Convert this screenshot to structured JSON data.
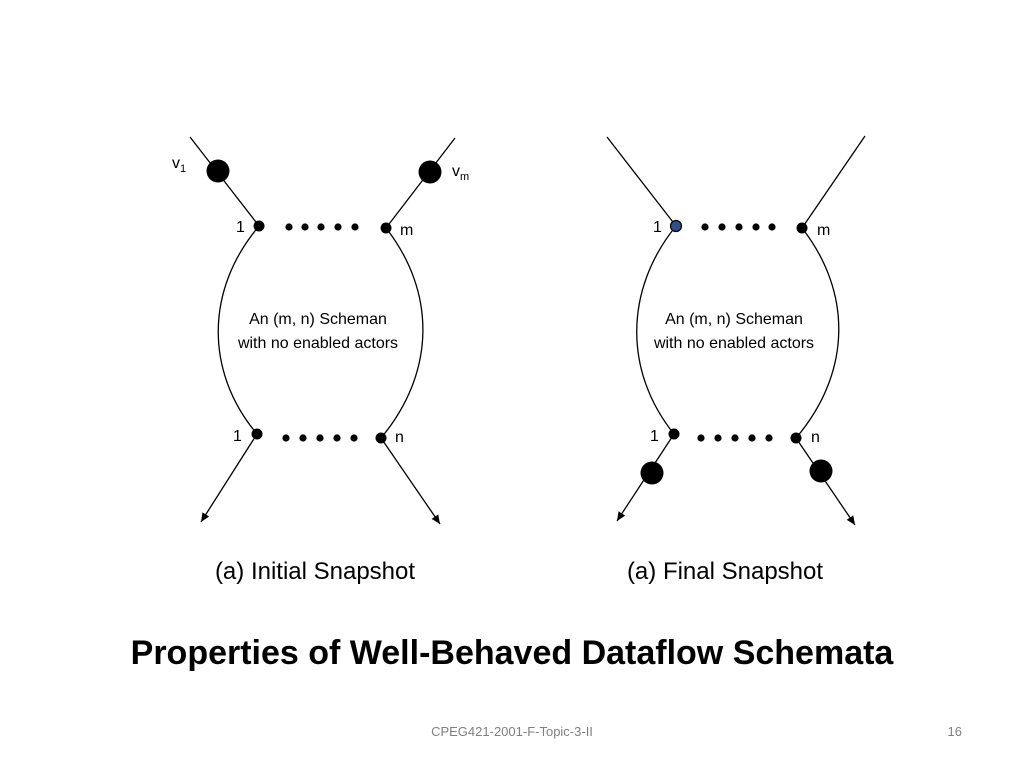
{
  "colors": {
    "line": "#000000",
    "final_input_port": "#2e4f8a",
    "footer_text": "#7f7f7f"
  },
  "initial": {
    "input_token_first_sub": "1",
    "input_token_last_sub": "m",
    "input_token_letter": "v",
    "top_first_label": "1",
    "top_last_label": "m",
    "bottom_first_label": "1",
    "bottom_last_label": "n",
    "body_line1": "An (m, n) Scheman",
    "body_line2": "with no enabled actors",
    "caption": "(a) Initial Snapshot"
  },
  "final": {
    "top_first_label": "1",
    "top_last_label": "m",
    "bottom_first_label": "1",
    "bottom_last_label": "n",
    "body_line1": "An (m, n) Scheman",
    "body_line2": "with no enabled actors",
    "caption": "(a) Final Snapshot"
  },
  "title": "Properties of Well-Behaved Dataflow Schemata",
  "footer": {
    "text": "CPEG421-2001-F-Topic-3-II",
    "page_number": "16"
  }
}
